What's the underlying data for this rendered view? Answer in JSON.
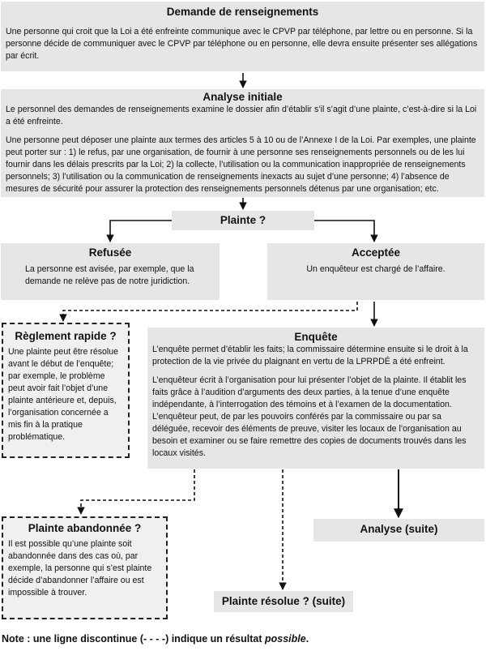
{
  "request": {
    "title": "Demande de renseignements",
    "text": "Une personne qui croit que la Loi a été enfreinte communique avec le CPVP par téléphone, par lettre ou en personne. Si la personne décide de communiquer avec le CPVP par téléphone ou en personne, elle devra ensuite présenter ses allégations par écrit."
  },
  "initial_analysis": {
    "title": "Analyse initiale",
    "text1": "Le personnel des demandes de renseignements examine le dossier afin d’établir s’il s’agit d’une plainte, c’est-à-dire si la Loi a été enfreinte.",
    "text2": "Une personne peut déposer une plainte aux termes des articles 5 à 10 ou de l’Annexe I de la Loi. Par exemples, une plainte peut porter sur : 1) le refus, par une organisation, de fournir à une personne ses renseignements personnels ou de les lui fournir dans les délais prescrits par la Loi; 2) la collecte, l’utilisation ou la communication inappropriée de renseignements personnels; 3) l’utilisation ou la communication de renseignements inexacts au sujet d’une personne; 4) l’absence de mesures de sécurité pour assurer la protection des renseignements personnels détenus par une organisation; etc."
  },
  "complaint_question": {
    "title": "Plainte ?"
  },
  "refused": {
    "title": "Refusée",
    "text": "La personne est avisée, par exemple, que la demande ne relève pas de notre juridiction."
  },
  "accepted": {
    "title": "Acceptée",
    "text": "Un enquêteur est chargé de l’affaire."
  },
  "early_resolution": {
    "title": "Règlement rapide ?",
    "text": "Une plainte peut être résolue avant le début de l’enquête; par exemple, le problème peut avoir fait l’objet d’une plainte antérieure et, depuis, l’organisation concernée a mis fin à la pratique problématique."
  },
  "investigation": {
    "title": "Enquête",
    "text1": "L’enquête permet d’établir les faits; la commissaire détermine ensuite si le droit à la protection de la vie privée du plaignant en vertu de la LPRPDÉ a été enfreint.",
    "text2": "L’enquêteur écrit à l’organisation pour lui présenter l’objet de la plainte. Il établit les faits grâce à l’audition d’arguments des deux parties, à la tenue d’une enquête indépendante, à l’interrogation des témoins et à l’examen de la documentation. L’enquêteur peut, de par les pouvoirs conférés par la commissaire ou par sa déléguée, recevoir des éléments de preuve, visiter les locaux de l’organisation au besoin et examiner ou se faire remettre des copies de documents trouvés dans les locaux visités."
  },
  "abandoned": {
    "title": "Plainte abandonnée ?",
    "text": "Il est possible qu’une plainte soit abandonnée dans des cas où, par exemple, la personne qui s’est plainte décide d’abandonner l’affaire ou est impossible à trouver."
  },
  "analysis_next": {
    "title": "Analyse (suite)"
  },
  "resolved_next": {
    "title": "Plainte résolue ? (suite)"
  },
  "note": {
    "prefix": "Note : une ligne discontinue (",
    "dash": "- - - -",
    "middle": ") indique un résultat ",
    "italic": "possible",
    "suffix": "."
  }
}
